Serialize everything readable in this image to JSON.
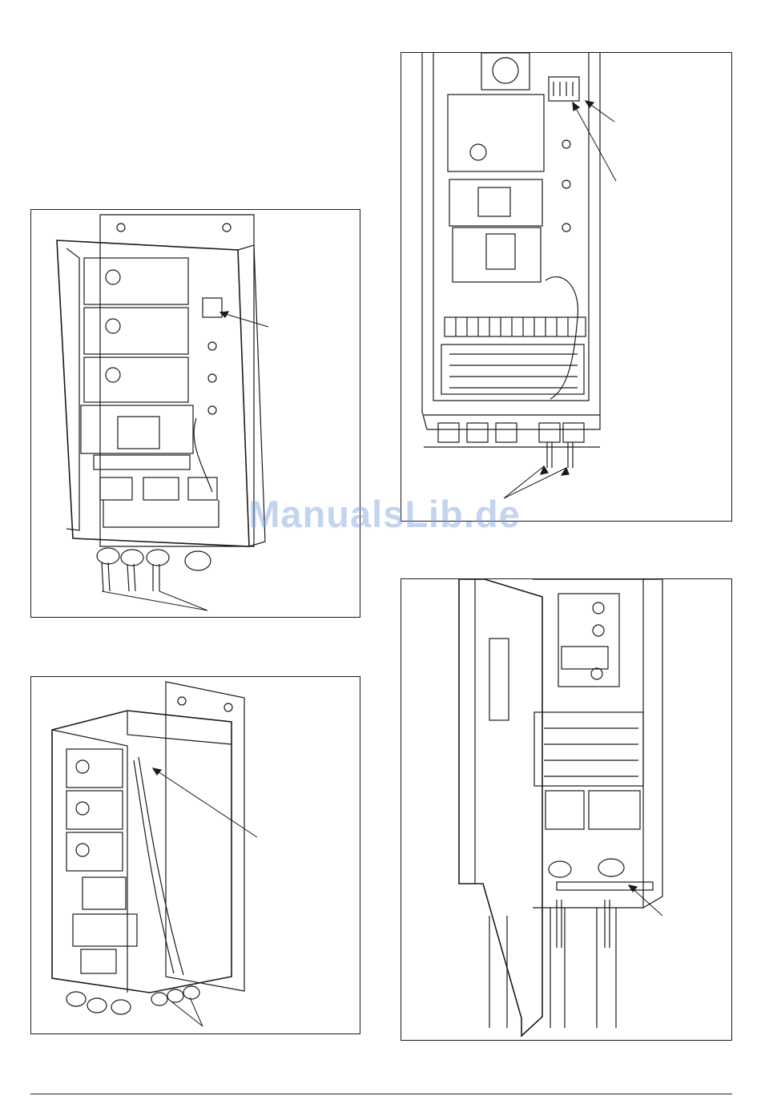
{
  "watermark": {
    "text": "ManualsLib.de"
  },
  "figures": [
    {
      "id": "top-left",
      "content": "installation-drawing-open-drive-front",
      "callouts": 2
    },
    {
      "id": "bottom-left",
      "content": "installation-drawing-open-drive-side",
      "callouts": 2
    },
    {
      "id": "top-right",
      "content": "installation-drawing-control-board",
      "callouts": 3
    },
    {
      "id": "bottom-right",
      "content": "installation-drawing-cable-clamp",
      "callouts": 1
    }
  ],
  "colors": {
    "line": "#1a1a1a",
    "watermark": "#78a0dc"
  }
}
